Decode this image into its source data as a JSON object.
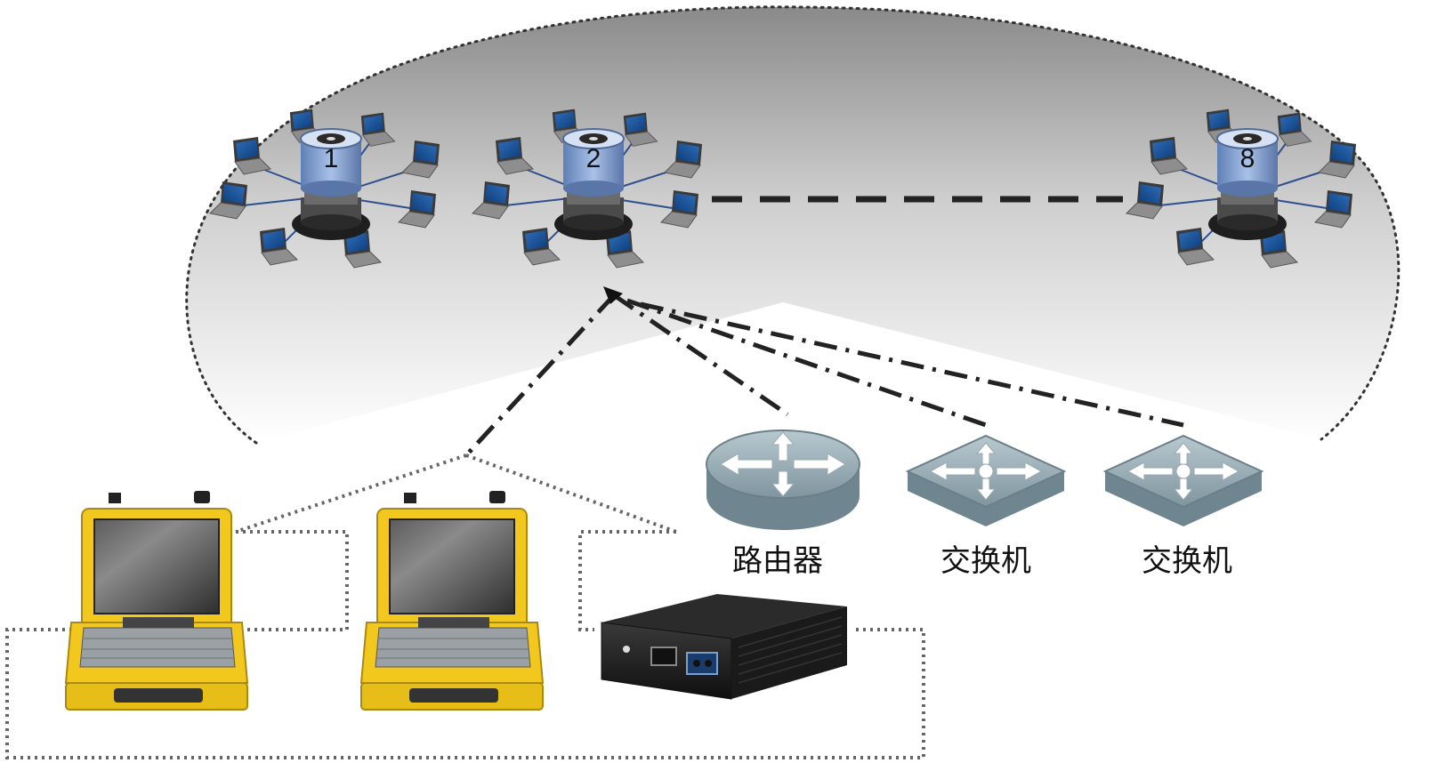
{
  "clusters": [
    {
      "number": "1"
    },
    {
      "number": "2"
    },
    {
      "number": "8"
    }
  ],
  "devices": [
    {
      "type": "router",
      "label": "路由器"
    },
    {
      "type": "switch",
      "label": "交换机"
    },
    {
      "type": "switch",
      "label": "交换机"
    }
  ],
  "colors": {
    "zone_gradient_top": "#8a8a8a",
    "zone_gradient_bottom": "#ffffff",
    "device_body": "#8fa3ac",
    "cluster_body": "#7f9fd0",
    "case_yellow": "#f2c81f"
  }
}
